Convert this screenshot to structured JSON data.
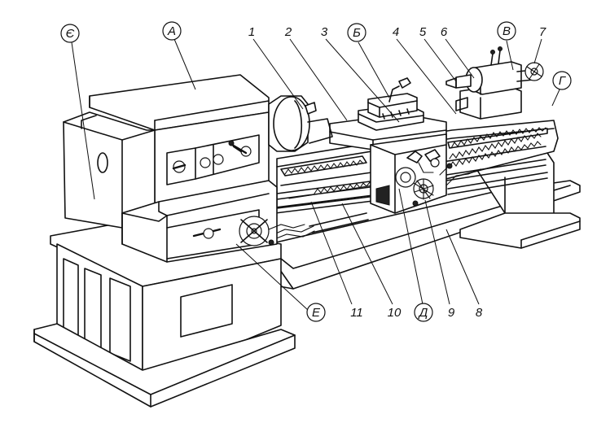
{
  "labels": {
    "ye": "Є",
    "a": "А",
    "b": "Б",
    "v": "В",
    "g": "Г",
    "d": "Д",
    "e": "Е",
    "n1": "1",
    "n2": "2",
    "n3": "3",
    "n4": "4",
    "n5": "5",
    "n6": "6",
    "n7": "7",
    "n8": "8",
    "n9": "9",
    "n10": "10",
    "n11": "11"
  }
}
